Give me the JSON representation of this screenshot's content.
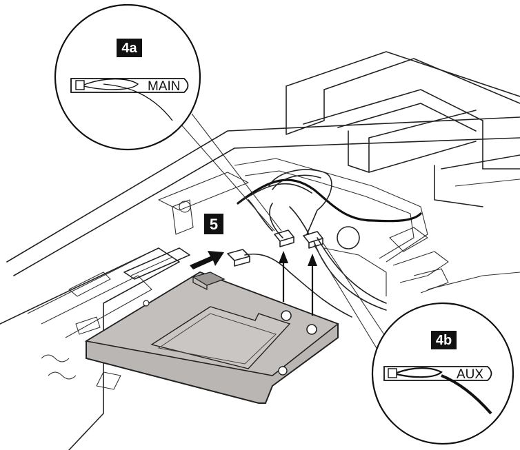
{
  "callouts": {
    "main": {
      "step": "4a",
      "tag": "MAIN"
    },
    "aux": {
      "step": "4b",
      "tag": "AUX"
    }
  },
  "step_card": "5",
  "colors": {
    "line": "#222222",
    "card_fill": "#b9b6b3",
    "chip_fill": "#c9c6c3",
    "label_fill": "#111111",
    "background": "#ffffff"
  },
  "icons": {
    "insert_arrow": "arrow-right-icon",
    "lift_arrows": "arrow-up-icon"
  }
}
